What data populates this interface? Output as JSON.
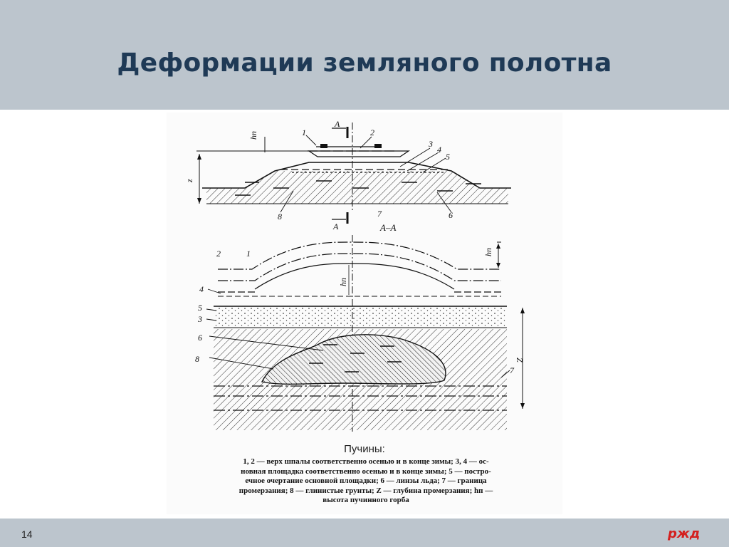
{
  "slide": {
    "title": "Деформации земляного полотна",
    "page_number": "14",
    "logo_text": "ржд"
  },
  "figure": {
    "caption_title": "Пучины:",
    "legend_lines": [
      "1, 2 — верх шпалы соответственно осенью и в конце зимы; 3, 4 — ос-",
      "новная площадка соответственно осенью и в конце зимы; 5 — постро-",
      "ечное очертание основной площадки; 6 — линзы льда; 7 — граница",
      "промерзания; 8 — глинистые грунты; Z — глубина промерзания; hп —",
      "высота пучинного горба"
    ],
    "labels": {
      "section_top": "А",
      "section_bottom": "А",
      "section_name": "А–А",
      "hn_top": "hп",
      "hn_mid": "hп",
      "hn_right": "hп",
      "z_left": "z",
      "z_right": "Z",
      "n1": "1",
      "n2": "2",
      "n3": "3",
      "n4": "4",
      "n5": "5",
      "n6": "6",
      "n7": "7",
      "n8": "8",
      "s2": "2",
      "s1": "1",
      "s4": "4",
      "s5": "5",
      "s3": "3",
      "s6": "6",
      "s8": "8",
      "s7": "7"
    }
  },
  "colors": {
    "header_bg": "#bcc5cd",
    "title": "#1f3a56",
    "logo": "#d4201f"
  },
  "icons": [
    "rzd-logo-icon"
  ]
}
